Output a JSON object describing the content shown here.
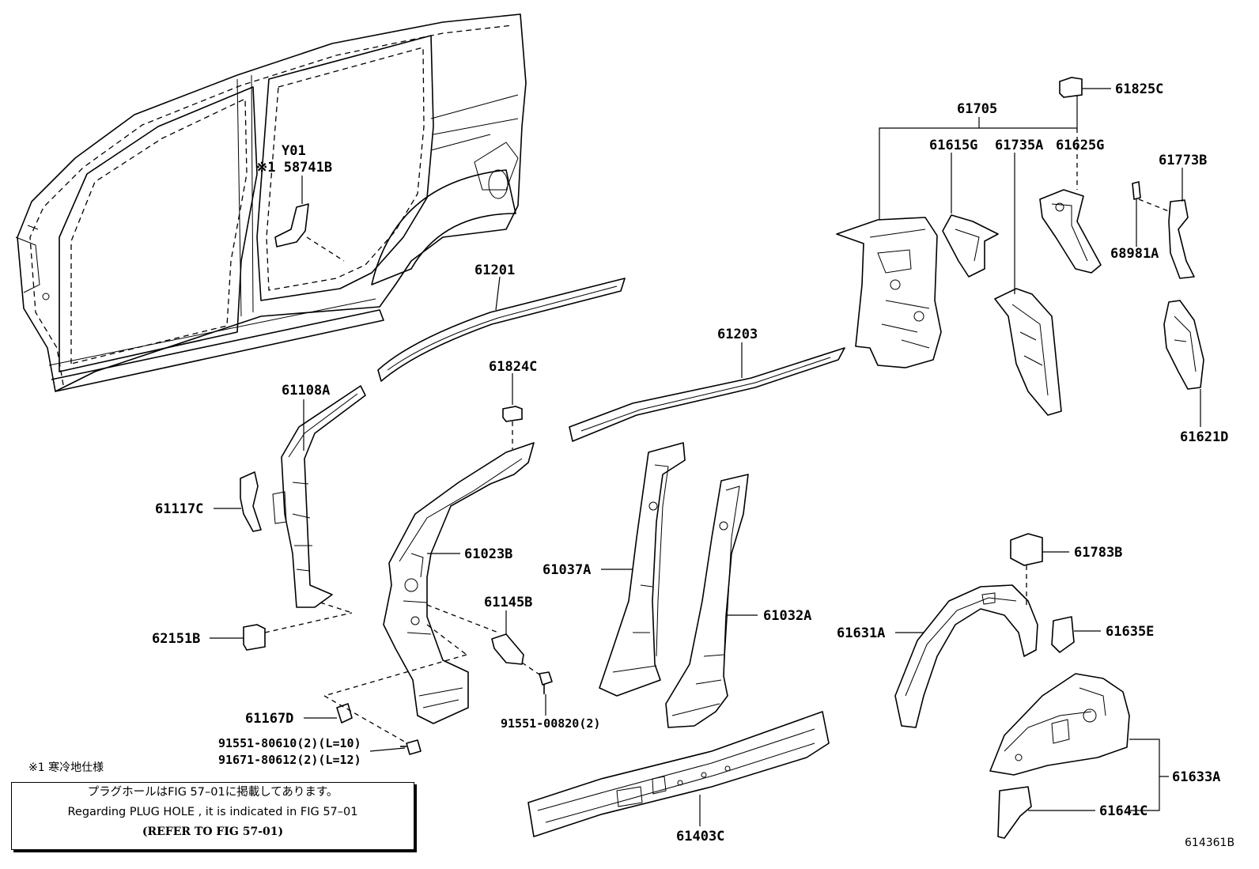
{
  "labels": {
    "y01": "Y01",
    "p58741b": "※1 58741B",
    "p61201": "61201",
    "p61203": "61203",
    "p61705": "61705",
    "p61825c": "61825C",
    "p61615g": "61615G",
    "p61735a": "61735A",
    "p61625g": "61625G",
    "p61773b": "61773B",
    "p68981a": "68981A",
    "p61621d": "61621D",
    "p61108a": "61108A",
    "p61117c": "61117C",
    "p62151b": "62151B",
    "p61824c": "61824C",
    "p61023b": "61023B",
    "p61037a": "61037A",
    "p61032a": "61032A",
    "p61145b": "61145B",
    "p91551_00820": "91551-00820(2)",
    "p61167d": "61167D",
    "p91551_80610": "91551-80610(2)(L=10)",
    "p91671_80612": "91671-80612(2)(L=12)",
    "p61783b": "61783B",
    "p61631a": "61631A",
    "p61635e": "61635E",
    "p61633a": "61633A",
    "p61641c": "61641C",
    "p61403c": "61403C"
  },
  "footnote": "※1 寒冷地仕様",
  "notice": {
    "line1": "プラグホールはFIG 57–01に掲載してあります。",
    "line2": "Regarding  PLUG  HOLE , it is indicated in FIG  57–01",
    "line3": "(REFER TO FIG 57-01)"
  },
  "diagram_id": "614361B"
}
